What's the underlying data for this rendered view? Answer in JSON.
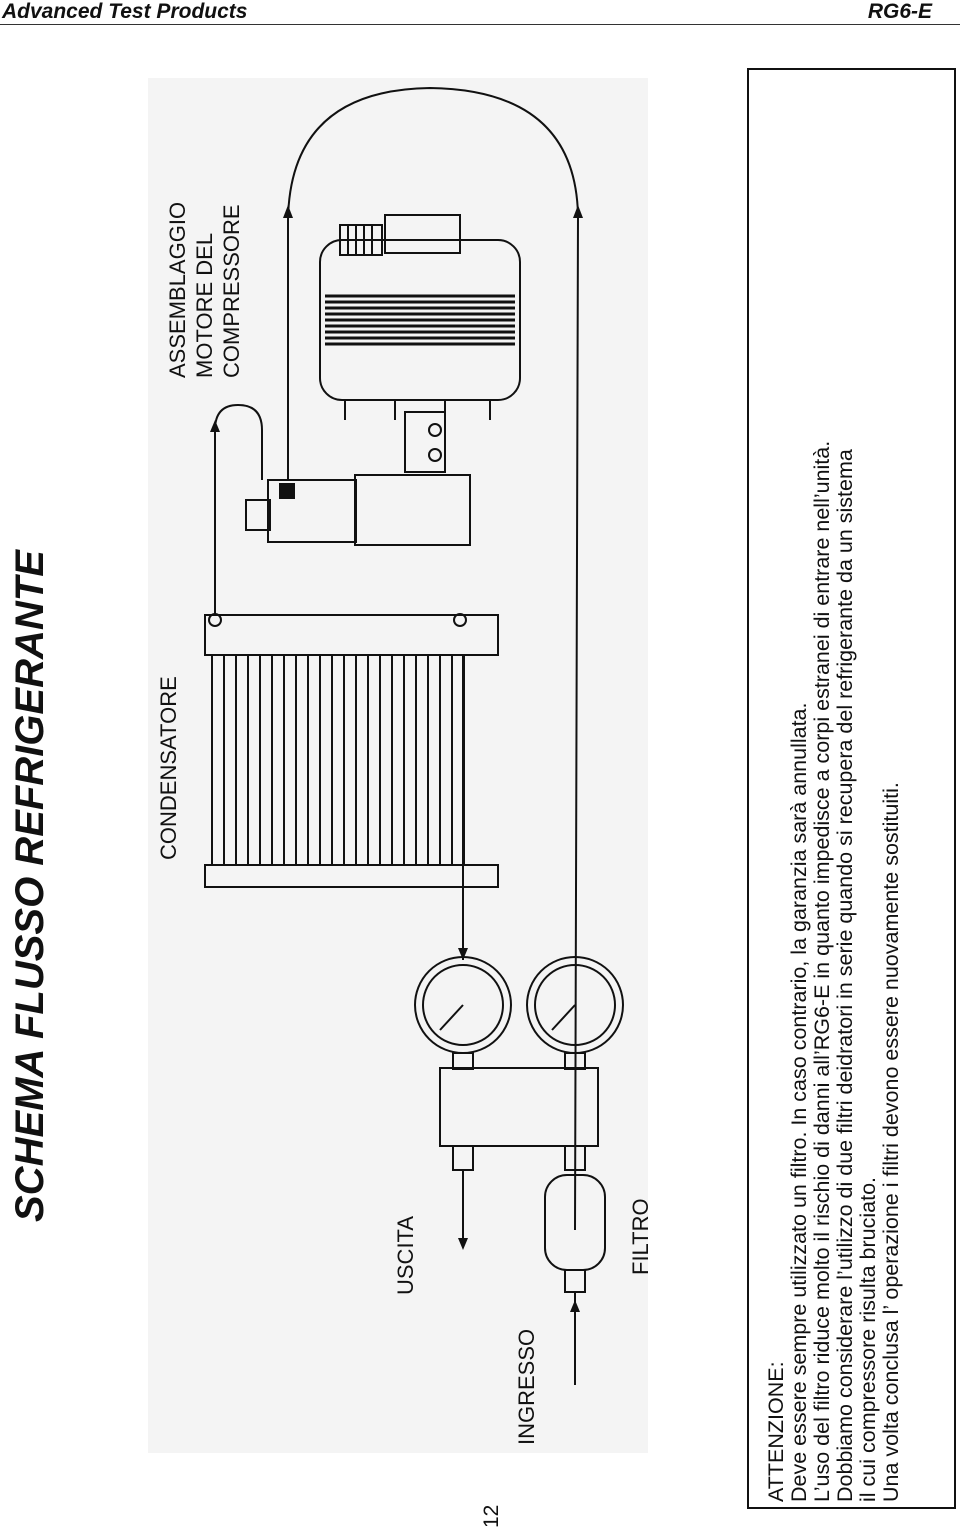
{
  "header": {
    "company": "Advanced Test Products",
    "model": "RG6-E"
  },
  "title": "SCHEMA FLUSSO REFRIGERANTE",
  "labels": {
    "compressor_line1": "ASSEMBLAGGIO",
    "compressor_line2": "MOTORE DEL",
    "compressor_line3": "COMPRESSORE",
    "condenser": "CONDENSATORE",
    "outlet": "USCITA",
    "inlet": "INGRESSO",
    "filter": "FILTRO"
  },
  "notice": {
    "heading": "ATTENZIONE:",
    "lines": [
      "Deve essere sempre utilizzato un filtro. In caso contrario, la garanzia sarà annullata.",
      "L’uso del filtro riduce molto il rischio di danni all’RG6-E in quanto impedisce a corpi estranei di entrare nell’unità.",
      "Dobbiamo considerare l’utilizzo di due filtri deidratori in serie quando si recupera del refrigerante da un sistema",
      "il cui compressore risulta bruciato.",
      "Una volta conclusa l’ operazione i filtri devono essere nuovamente sostituiti."
    ]
  },
  "page_number": "12"
}
